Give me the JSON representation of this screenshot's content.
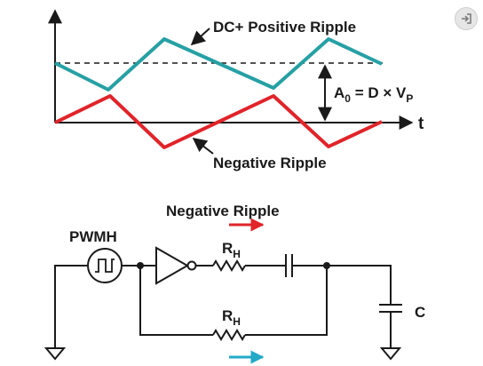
{
  "colors": {
    "positive_ripple": "#26a0a4",
    "negative_ripple": "#e0242a",
    "current_arrow_top": "#e0242a",
    "current_arrow_bottom": "#22a9c8",
    "wire": "#1a1a1a"
  },
  "waveform": {
    "positive_label": "DC+ Positive Ripple",
    "negative_label": "Negative Ripple",
    "time_axis_label": "t",
    "amplitude_label": {
      "base": "A",
      "base_sub": "0",
      "middle": " = D × V",
      "tail_sub": "P"
    }
  },
  "circuit": {
    "top_flow_label": "Negative Ripple",
    "source_label": "PWMH",
    "resistor_top": {
      "base": "R",
      "sub": "H"
    },
    "resistor_bottom": {
      "base": "R",
      "sub": "H"
    },
    "capacitor_label": "C"
  },
  "overlay": {
    "icon": "exit-icon"
  }
}
